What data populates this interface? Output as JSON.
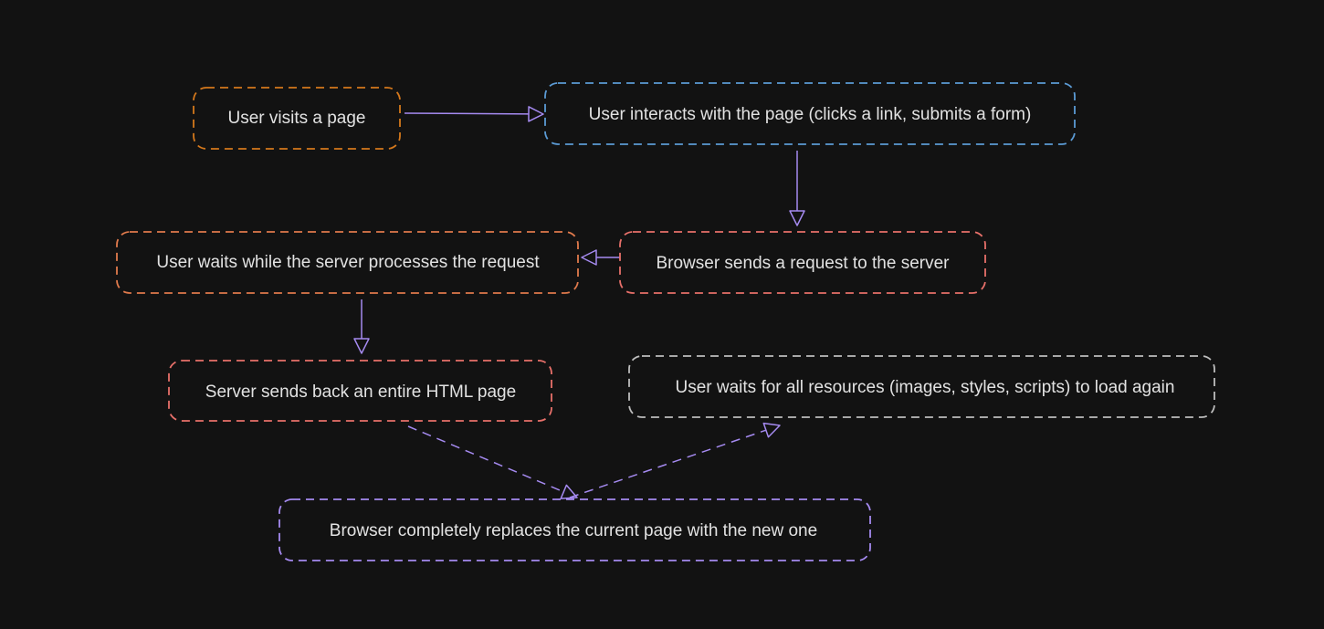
{
  "diagram": {
    "nodes": [
      {
        "id": "visit",
        "label": "User visits a page",
        "color": "#d4781c"
      },
      {
        "id": "interact",
        "label": "User interacts with the page (clicks a link, submits a form)",
        "color": "#5b9bd5"
      },
      {
        "id": "request",
        "label": "Browser sends a request to the server",
        "color": "#e8706a"
      },
      {
        "id": "wait",
        "label": "User waits while the server processes the request",
        "color": "#e07a4c"
      },
      {
        "id": "html",
        "label": "Server sends back an entire HTML page",
        "color": "#e8706a"
      },
      {
        "id": "replace",
        "label": "Browser completely replaces the current page with the new one",
        "color": "#a58af0"
      },
      {
        "id": "reload",
        "label": "User waits for all resources (images, styles, scripts) to load again",
        "color": "#bdbdbd"
      }
    ],
    "edges": [
      {
        "from": "visit",
        "to": "interact",
        "style": "solid"
      },
      {
        "from": "interact",
        "to": "request",
        "style": "solid"
      },
      {
        "from": "request",
        "to": "wait",
        "style": "solid"
      },
      {
        "from": "wait",
        "to": "html",
        "style": "solid"
      },
      {
        "from": "html",
        "to": "replace",
        "style": "dashed"
      },
      {
        "from": "replace",
        "to": "reload",
        "style": "dashed"
      }
    ],
    "edge_color": "#a58af0",
    "background": "#121212"
  }
}
